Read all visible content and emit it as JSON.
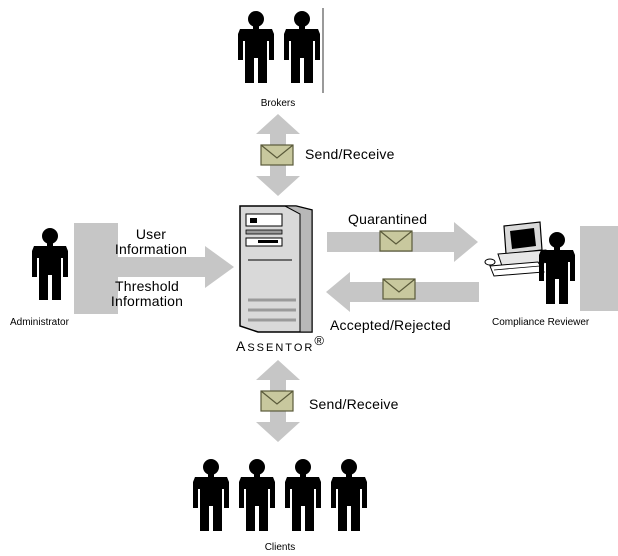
{
  "labels": {
    "brokers": "Brokers",
    "clients": "Clients",
    "administrator": "Administrator",
    "compliance_reviewer": "Compliance Reviewer",
    "send_receive_top": "Send/Receive",
    "send_receive_bottom": "Send/Receive",
    "user_information_line1": "User",
    "user_information_line2": "Information",
    "threshold_information_line1": "Threshold",
    "threshold_information_line2": "Information",
    "quarantined": "Quarantined",
    "accepted_rejected": "Accepted/Rejected"
  },
  "brand": {
    "initial": "A",
    "rest": "SSENTOR",
    "mark": "®"
  },
  "colors": {
    "arrow": "#c6c6c6",
    "envelope_fill": "#c8c89e",
    "envelope_stroke": "#5a5a3a",
    "silhouette": "#000000",
    "panel": "#c6c6c6"
  }
}
